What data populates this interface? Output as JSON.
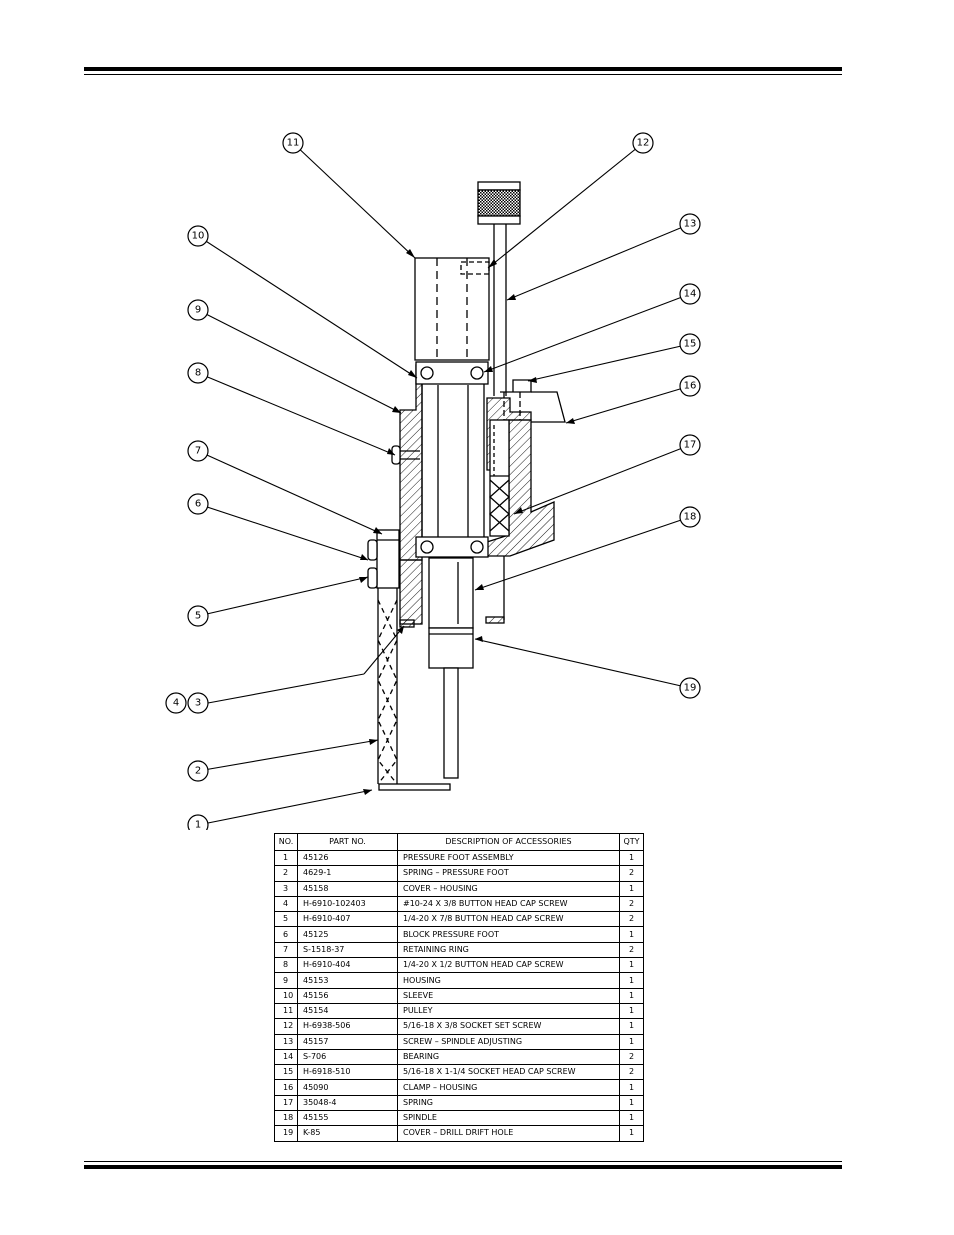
{
  "table": {
    "headers": {
      "no": "NO.",
      "part": "PART NO.",
      "desc": "DESCRIPTION OF ACCESSORIES",
      "qty": "QTY"
    },
    "rows": [
      {
        "no": "1",
        "part": "45126",
        "desc": "PRESSURE FOOT ASSEMBLY",
        "qty": "1"
      },
      {
        "no": "2",
        "part": "4629-1",
        "desc": "SPRING  –  PRESSURE FOOT",
        "qty": "2"
      },
      {
        "no": "3",
        "part": "45158",
        "desc": "COVER  –  HOUSING",
        "qty": "1"
      },
      {
        "no": "4",
        "part": "H-6910-102403",
        "desc": "#10-24  X  3/8  BUTTON  HEAD  CAP  SCREW",
        "qty": "2"
      },
      {
        "no": "5",
        "part": "H-6910-407",
        "desc": "1/4-20  X  7/8  BUTTON  HEAD  CAP  SCREW",
        "qty": "2"
      },
      {
        "no": "6",
        "part": "45125",
        "desc": "BLOCK  PRESSURE  FOOT",
        "qty": "1"
      },
      {
        "no": "7",
        "part": "S-1518-37",
        "desc": "RETAINING  RING",
        "qty": "2"
      },
      {
        "no": "8",
        "part": "H-6910-404",
        "desc": "1/4-20  X  1/2  BUTTON  HEAD  CAP  SCREW",
        "qty": "1"
      },
      {
        "no": "9",
        "part": "45153",
        "desc": "HOUSING",
        "qty": "1"
      },
      {
        "no": "10",
        "part": "45156",
        "desc": "SLEEVE",
        "qty": "1"
      },
      {
        "no": "11",
        "part": "45154",
        "desc": "PULLEY",
        "qty": "1"
      },
      {
        "no": "12",
        "part": "H-6938-506",
        "desc": "5/16-18  X  3/8  SOCKET  SET  SCREW",
        "qty": "1"
      },
      {
        "no": "13",
        "part": "45157",
        "desc": "SCREW  –  SPINDLE  ADJUSTING",
        "qty": "1"
      },
      {
        "no": "14",
        "part": "S-706",
        "desc": "BEARING",
        "qty": "2"
      },
      {
        "no": "15",
        "part": "H-6918-510",
        "desc": "5/16-18  X  1-1/4  SOCKET  HEAD  CAP  SCREW",
        "qty": "2"
      },
      {
        "no": "16",
        "part": "45090",
        "desc": "CLAMP  –  HOUSING",
        "qty": "1"
      },
      {
        "no": "17",
        "part": "35048-4",
        "desc": "SPRING",
        "qty": "1"
      },
      {
        "no": "18",
        "part": "45155",
        "desc": "SPINDLE",
        "qty": "1"
      },
      {
        "no": "19",
        "part": "K-85",
        "desc": "COVER  –  DRILL  DRIFT  HOLE",
        "qty": "1"
      }
    ]
  },
  "callouts": [
    "1",
    "2",
    "3",
    "4",
    "5",
    "6",
    "7",
    "8",
    "9",
    "10",
    "11",
    "12",
    "13",
    "14",
    "15",
    "16",
    "17",
    "18",
    "19"
  ]
}
